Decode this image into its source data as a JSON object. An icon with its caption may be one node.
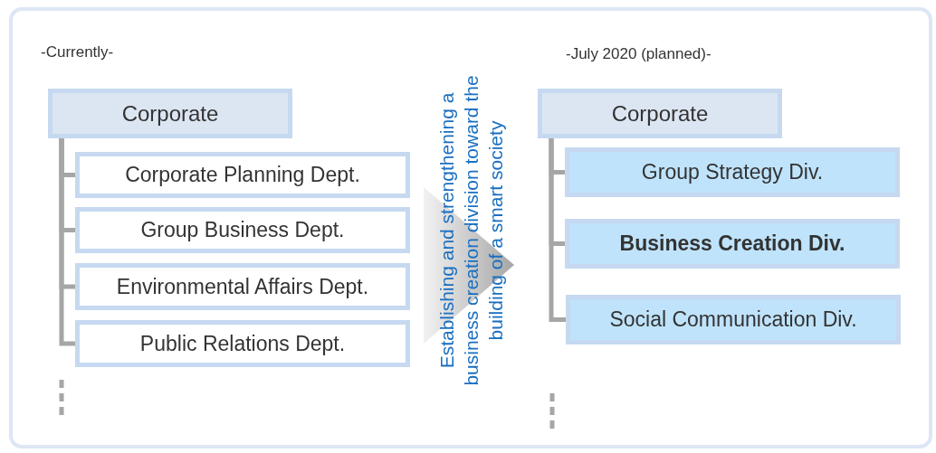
{
  "diagram": {
    "nodes": [
      {
        "text": [
          "Corporate"
        ]
      },
      {
        "text": [
          "Corporate Planning Dept."
        ]
      },
      {
        "text": [
          "Group Business Dept."
        ]
      },
      {
        "text": [
          "Environmental Affairs Dept."
        ]
      },
      {
        "text": [
          "Public Relations Dept."
        ]
      },
      {
        "text": [
          "Corporate"
        ]
      },
      {
        "text": [
          "Group Strategy Div."
        ]
      },
      {
        "text": [
          "Business Creation Div."
        ]
      },
      {
        "text": [
          "Social Communication Div."
        ]
      }
    ],
    "edges": [
      {
        "from": 0,
        "to": 1,
        "arrow": "none"
      },
      {
        "from": 0,
        "to": 2,
        "arrow": "none"
      },
      {
        "from": 0,
        "to": 3,
        "arrow": "none"
      },
      {
        "from": 0,
        "to": 4,
        "arrow": "none"
      },
      {
        "from": 5,
        "to": 6,
        "arrow": "none"
      },
      {
        "from": 5,
        "to": 7,
        "arrow": "none"
      },
      {
        "from": 5,
        "to": 8,
        "arrow": "none"
      }
    ],
    "labels": [
      "-Currently-",
      "-July 2020 (planned)-",
      "Establishing and strengthening a business creation division toward the building of a smart society"
    ]
  }
}
